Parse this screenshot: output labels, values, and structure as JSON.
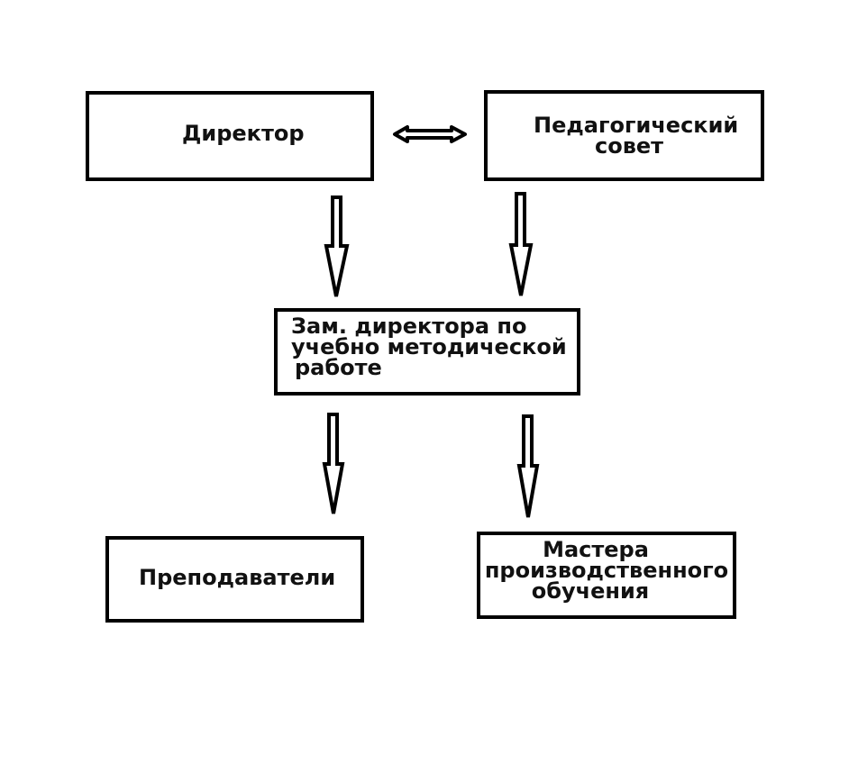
{
  "diagram": {
    "type": "org-chart",
    "nodes": [
      {
        "id": "director",
        "lines": [
          "Директор"
        ]
      },
      {
        "id": "ped_council",
        "lines": [
          "Педагогический",
          "совет"
        ]
      },
      {
        "id": "deputy",
        "lines": [
          "Зам. директора по",
          "учебно методической",
          "работе"
        ]
      },
      {
        "id": "teachers",
        "lines": [
          "Преподаватели"
        ]
      },
      {
        "id": "masters",
        "lines": [
          "Мастера",
          "производственного",
          "обучения"
        ]
      }
    ],
    "edges": [
      {
        "from": "director",
        "to": "ped_council",
        "style": "double-arrow"
      },
      {
        "from": "director",
        "to": "deputy",
        "style": "hollow-arrow"
      },
      {
        "from": "ped_council",
        "to": "deputy",
        "style": "hollow-arrow"
      },
      {
        "from": "deputy",
        "to": "teachers",
        "style": "hollow-arrow"
      },
      {
        "from": "deputy",
        "to": "masters",
        "style": "hollow-arrow"
      }
    ]
  }
}
